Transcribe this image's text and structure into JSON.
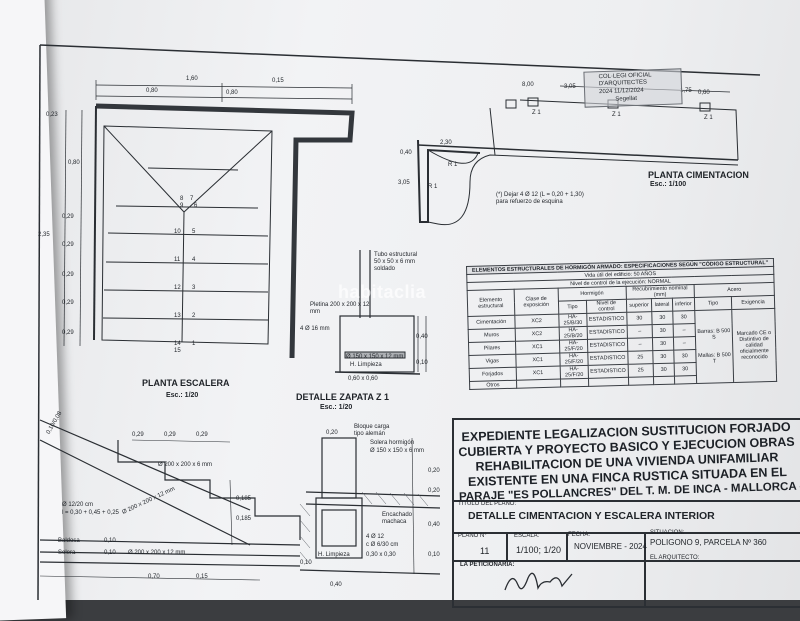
{
  "plan_escalera": {
    "title": "PLANTA ESCALERA",
    "scale": "Esc.: 1/20",
    "dims_top": [
      "1,60",
      "0,15",
      "0,80",
      "0,80"
    ],
    "dims_left": [
      "0,23",
      "0,80",
      "0,29",
      "2,35",
      "0,29",
      "0,29",
      "0,29",
      "0,29"
    ],
    "step_numbers": [
      "8",
      "7",
      "9",
      "6",
      "10",
      "5",
      "11",
      "4",
      "12",
      "3",
      "13",
      "2",
      "14",
      "1",
      "15"
    ]
  },
  "zapata": {
    "label_tubo": "Tubo estructural 50 x 50 x 6 mm soldado",
    "label_pletina": "Pletina 200 x 200 x 12 mm",
    "label_armado": "4 Ø 16 mm",
    "label_plate2": "Ø 150 x 150 x 12 mm",
    "label_limpieza": "H. Limpieza",
    "label_size": "0,60 x 0,60",
    "dim_a": "0,40",
    "dim_b": "0,10",
    "title": "DETALLE ZAPATA Z 1",
    "scale": "Esc.: 1/20"
  },
  "cimentacion": {
    "title": "PLANTA CIMENTACION",
    "scale": "Esc.: 1/100",
    "dims": [
      "8,00",
      "3,05",
      "1,75",
      "0,60",
      "2,30",
      "0,40",
      "3,05"
    ],
    "labels": [
      "Z 1",
      "Z 1",
      "Z 1",
      "R 1",
      "R 1"
    ],
    "note": "(*) Dejar 4 Ø 12 (L = 0,20 + 1,30) para refuerzo de esquina"
  },
  "stamp": {
    "line1": "COL·LEGI OFICIAL",
    "line2": "D'ARQUITECTES",
    "line3": "2024    11/12/2024",
    "line4": "Segellat"
  },
  "watermark": "habitaclia",
  "tabla": {
    "title": "ELEMENTOS ESTRUCTURALES DE HORMIGÓN ARMADO: ESPECIFICACIONES SEGÚN \"CÓDIGO ESTRUCTURAL\"",
    "subtitle1": "Vida útil del edificio: 50 AÑOS",
    "subtitle2": "Nivel de control de la ejecución: NORMAL",
    "head1": [
      "Elemento estructural",
      "Clase de exposición",
      "Hormigón",
      "Recubrimiento nominal (mm)",
      "Acero"
    ],
    "head2": [
      "Tipo",
      "Nivel de control",
      "superior",
      "lateral",
      "inferior",
      "Tipo",
      "Exigencia"
    ],
    "rows": [
      [
        "Cimentación",
        "XC2",
        "HA-25/B/30",
        "ESTADISTICO",
        "30",
        "30",
        "30"
      ],
      [
        "Muros",
        "XC2",
        "HA-25/B/20",
        "ESTADISTICO",
        "–",
        "30",
        "–"
      ],
      [
        "Pilares",
        "XC1",
        "HA-25/F/20",
        "ESTADISTICO",
        "–",
        "30",
        "–"
      ],
      [
        "Vigas",
        "XC1",
        "HA-25/F/20",
        "ESTADISTICO",
        "25",
        "30",
        "30"
      ],
      [
        "Forjados",
        "XC1",
        "HA-25/F/20",
        "ESTADISTICO",
        "25",
        "30",
        "30"
      ],
      [
        "Otros",
        "",
        "",
        "",
        "",
        "",
        ""
      ]
    ],
    "acero_tipo_1": "Barras: B 500 S",
    "acero_tipo_2": "Mallas: B 500 T",
    "acero_exigencia": "Marcado CE o Distintivo de calidad oficialmente reconocido"
  },
  "escalera_seccion": {
    "dims_top": [
      "0,29",
      "0,29",
      "0,29"
    ],
    "dims_right": [
      "0,185",
      "0,185"
    ],
    "labels": [
      "Ø 200 x 200 x 6 mm",
      "Ø 200 x 200 x 12 mm",
      "Ø 12/20 cm",
      "l = 0,30 + 0,45 + 0,25",
      "Baldosa",
      "Solera",
      "Ø 200 x 200 x 12 mm"
    ],
    "dims_bottom": [
      "0,10",
      "0,10",
      "0,70",
      "0,15"
    ],
    "dim_diag": "0,10/0,08"
  },
  "detalle_bloque": {
    "labels": [
      "Bloque carga tipo alemán",
      "Solera hormigón",
      "Ø 150 x 150 x 6 mm",
      "Encachado machaca",
      "4 Ø 12",
      "c Ø 6/30 cm",
      "H. Limpieza",
      "0,30 x 0,30"
    ],
    "dims": [
      "0,20",
      "0,20",
      "0,20",
      "0,40",
      "0,10",
      "0,10",
      "0,40"
    ]
  },
  "cajetin": {
    "expediente": [
      "Expediente Legalizacion Sustitucion Forjado",
      "Cubierta y Proyecto Basico y Ejecucion Obras",
      "Rehabilitacion de una Vivienda Unifamiliar",
      "Existente en una Finca Rustica Situada en el",
      "Paraje \"ES POLLANCRES\" del T. M. de INCA - MALLORCA -"
    ],
    "titulo_label": "TITULO DEL PLANO:",
    "titulo": "DETALLE CIMENTACION Y ESCALERA INTERIOR",
    "plano_label": "PLANO N°",
    "plano": "11",
    "escala_label": "ESCALA:",
    "escala": "1/100; 1/20",
    "fecha_label": "FECHA:",
    "fecha": "NOVIEMBRE - 2024",
    "situacion_label": "SITUACION:",
    "situacion": "POLIGONO 9, PARCELA Nº 360",
    "peticionaria_label": "LA PETICIONARIA:",
    "arquitecto_label": "EL ARQUITECTO:"
  }
}
